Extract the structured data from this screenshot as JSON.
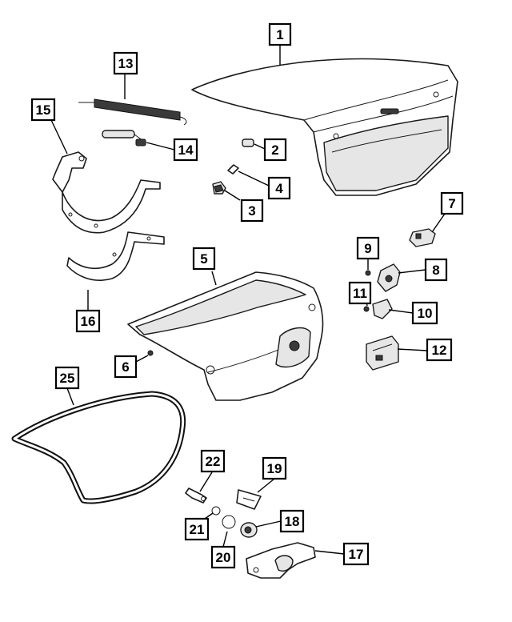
{
  "callouts": [
    {
      "id": "1",
      "text": "1"
    },
    {
      "id": "2",
      "text": "2"
    },
    {
      "id": "3",
      "text": "3"
    },
    {
      "id": "4",
      "text": "4"
    },
    {
      "id": "5",
      "text": "5"
    },
    {
      "id": "6",
      "text": "6"
    },
    {
      "id": "7",
      "text": "7"
    },
    {
      "id": "8",
      "text": "8"
    },
    {
      "id": "9",
      "text": "9"
    },
    {
      "id": "10",
      "text": "10"
    },
    {
      "id": "11",
      "text": "11"
    },
    {
      "id": "12",
      "text": "12"
    },
    {
      "id": "13",
      "text": "13"
    },
    {
      "id": "14",
      "text": "14"
    },
    {
      "id": "15",
      "text": "15"
    },
    {
      "id": "16",
      "text": "16"
    },
    {
      "id": "17",
      "text": "17"
    },
    {
      "id": "18",
      "text": "18"
    },
    {
      "id": "19",
      "text": "19"
    },
    {
      "id": "20",
      "text": "20"
    },
    {
      "id": "21",
      "text": "21"
    },
    {
      "id": "22",
      "text": "22"
    },
    {
      "id": "25",
      "text": "25"
    }
  ]
}
